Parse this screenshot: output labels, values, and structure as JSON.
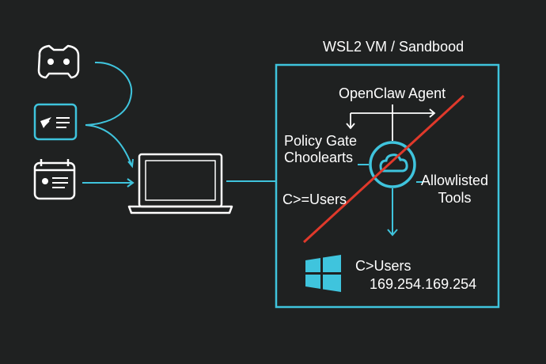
{
  "colors": {
    "background": "#1f2121",
    "accent": "#3fc4dd",
    "text": "#ffffff",
    "block_line": "#e0392b"
  },
  "icons": {
    "sources": [
      "discord-icon",
      "telegram-message-icon",
      "calendar-card-icon"
    ],
    "host": "laptop-icon",
    "policy_gate": "cloud-gate-icon",
    "host_os": "windows-logo-icon"
  },
  "sandbox": {
    "title": "WSL2 VM / Sandbood"
  },
  "agent": {
    "title": "OpenClaw Agent"
  },
  "policy_gate": {
    "line1": "Policy Gate",
    "line2": "Choolearts"
  },
  "allowlisted_tools": {
    "line1": "Allowlisted",
    "line2": "Tools"
  },
  "sandbox_users_path": "C>=Users",
  "host": {
    "users_path": "C>Users",
    "ip_address": "169.254.169.254"
  }
}
